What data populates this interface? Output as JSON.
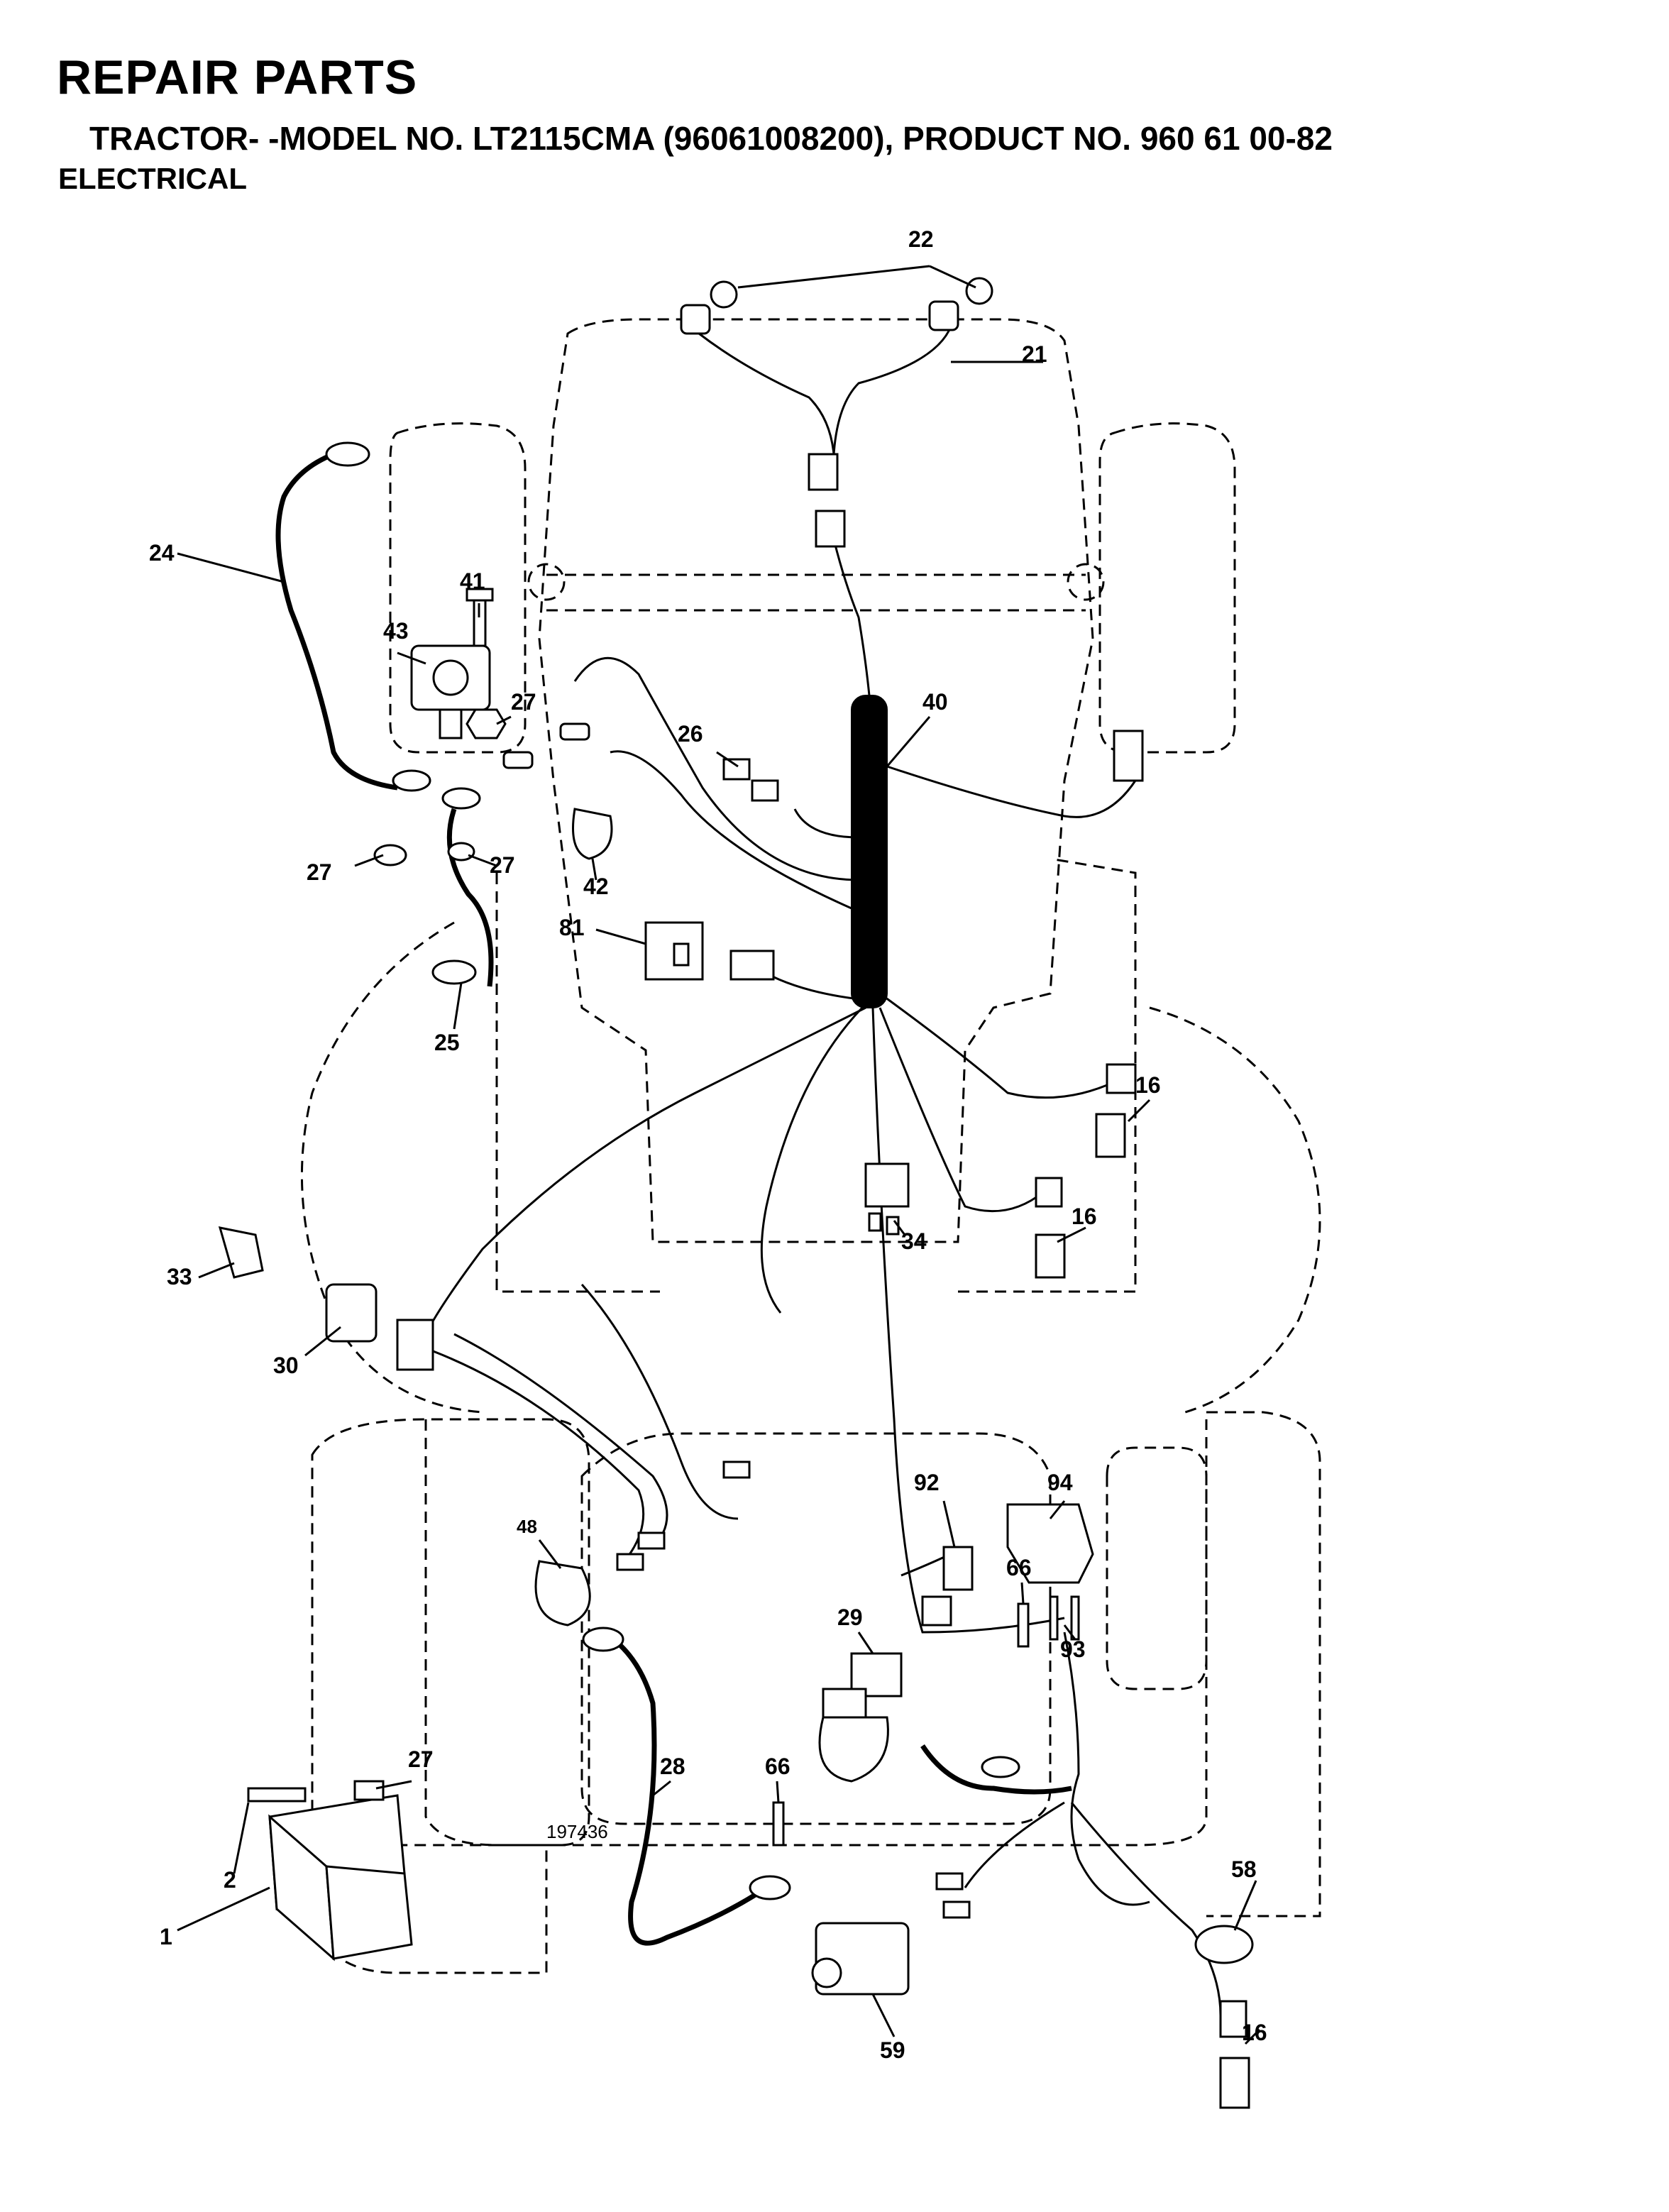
{
  "header": {
    "title": "REPAIR PARTS",
    "subtitle": "TRACTOR- -MODEL NO. LT2115CMA (96061008200), PRODUCT NO. 960 61 00-82",
    "section": "ELECTRICAL"
  },
  "drawing_number": "197436",
  "callouts": [
    {
      "id": "c22",
      "label": "22"
    },
    {
      "id": "c21",
      "label": "21"
    },
    {
      "id": "c24",
      "label": "24"
    },
    {
      "id": "c41",
      "label": "41"
    },
    {
      "id": "c43",
      "label": "43"
    },
    {
      "id": "c27a",
      "label": "27"
    },
    {
      "id": "c27b",
      "label": "27"
    },
    {
      "id": "c27c",
      "label": "27"
    },
    {
      "id": "c27d",
      "label": "27"
    },
    {
      "id": "c42",
      "label": "42"
    },
    {
      "id": "c40",
      "label": "40"
    },
    {
      "id": "c26",
      "label": "26"
    },
    {
      "id": "c81",
      "label": "81"
    },
    {
      "id": "c25",
      "label": "25"
    },
    {
      "id": "c16a",
      "label": "16"
    },
    {
      "id": "c16b",
      "label": "16"
    },
    {
      "id": "c16c",
      "label": "16"
    },
    {
      "id": "c34",
      "label": "34"
    },
    {
      "id": "c33",
      "label": "33"
    },
    {
      "id": "c30",
      "label": "30"
    },
    {
      "id": "c48",
      "label": "48"
    },
    {
      "id": "c92",
      "label": "92"
    },
    {
      "id": "c94",
      "label": "94"
    },
    {
      "id": "c66a",
      "label": "66"
    },
    {
      "id": "c66b",
      "label": "66"
    },
    {
      "id": "c93",
      "label": "93"
    },
    {
      "id": "c29",
      "label": "29"
    },
    {
      "id": "c28",
      "label": "28"
    },
    {
      "id": "c2",
      "label": "2"
    },
    {
      "id": "c1",
      "label": "1"
    },
    {
      "id": "c58",
      "label": "58"
    },
    {
      "id": "c59",
      "label": "59"
    }
  ]
}
